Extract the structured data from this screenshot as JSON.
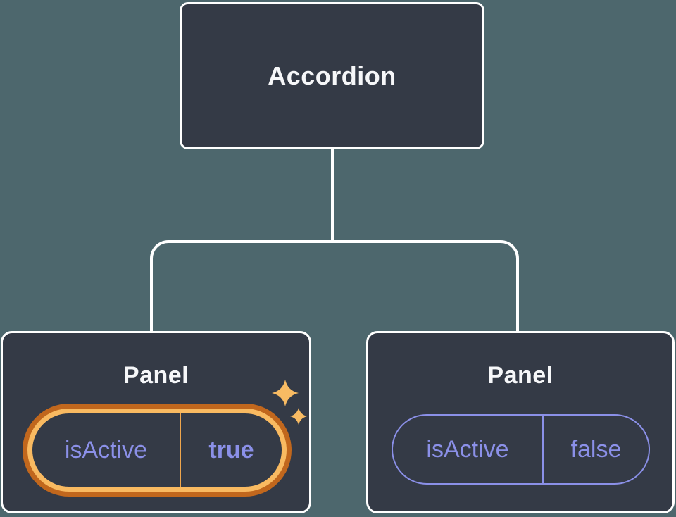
{
  "tree": {
    "root": {
      "label": "Accordion"
    },
    "children": [
      {
        "label": "Panel",
        "state": "active",
        "prop": {
          "name": "isActive",
          "value": "true"
        }
      },
      {
        "label": "Panel",
        "state": "inactive",
        "prop": {
          "name": "isActive",
          "value": "false"
        }
      }
    ]
  },
  "icons": {
    "sparkle": "sparkle-icon"
  },
  "colors": {
    "bg": "#4D676D",
    "node_fill": "#343A46",
    "node_border": "#FFFFFF",
    "line": "#FFFFFF",
    "title_text": "#F6F7F9",
    "prop_text": "#8B90E8",
    "orange_outer": "#C1671D",
    "orange_inner": "#F9BA61",
    "orange_divider": "#EFA64D",
    "sparkle": "#F8BB63"
  }
}
